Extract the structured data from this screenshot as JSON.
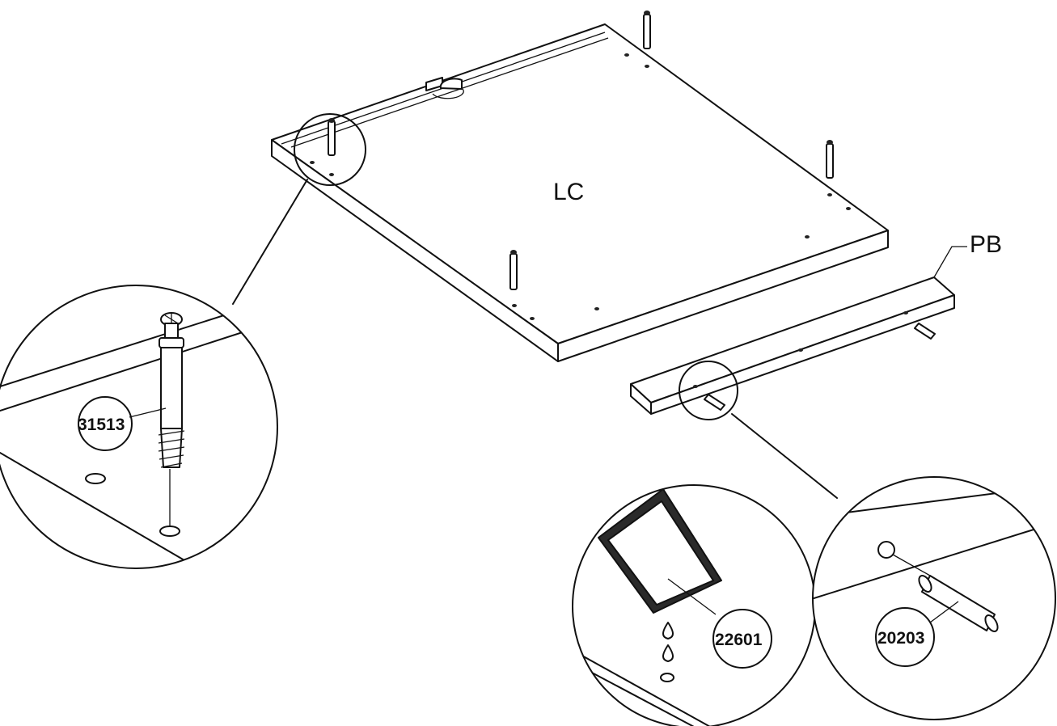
{
  "diagram": {
    "parts": {
      "panel_label": "LC",
      "rail_label": "PB"
    },
    "callouts": {
      "cam_bolt_code": "31513",
      "glue_code": "22601",
      "dowel_code": "20203"
    }
  }
}
